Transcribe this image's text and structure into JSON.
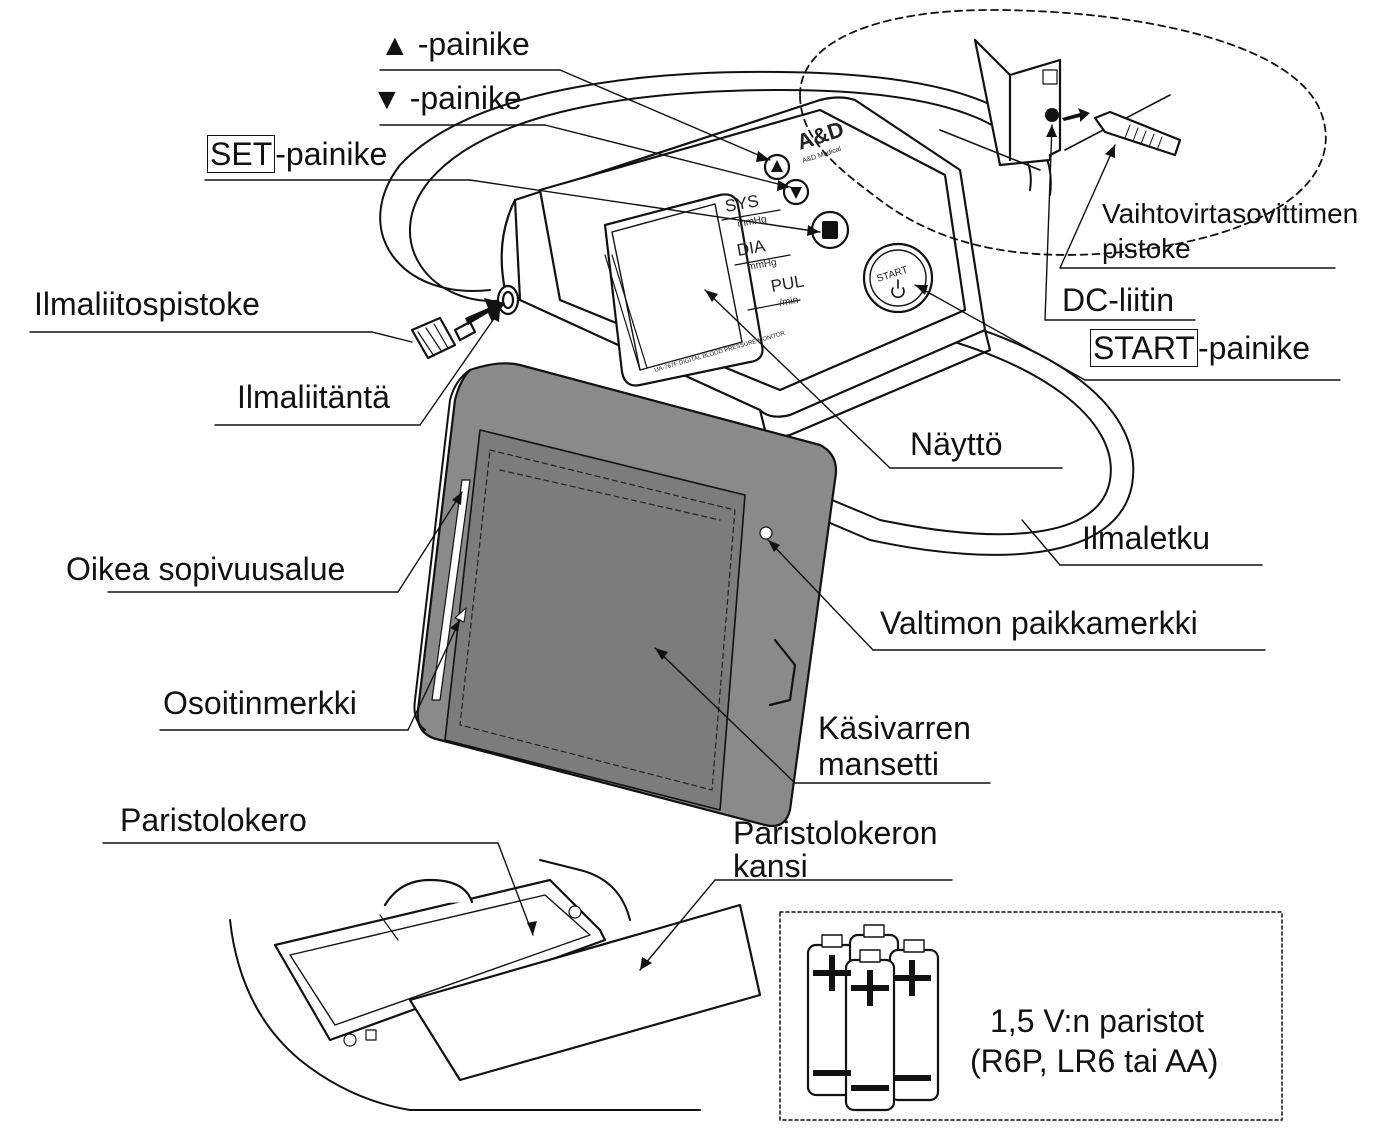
{
  "labels": {
    "up_suffix": "-painike",
    "down_suffix": "-painike",
    "set_key": "SET",
    "set_suffix": "-painike",
    "air_plug": "Ilmaliitospistoke",
    "air_port": "Ilmaliitäntä",
    "correct_range": "Oikea sopivuusalue",
    "index_mark": "Osoitinmerkki",
    "battery_compartment": "Paristolokero",
    "adapter_line1": "Vaihtovirtasovittimen",
    "adapter_line2": "pistoke",
    "dc_jack": "DC-liitin",
    "start_key": "START",
    "start_suffix": "-painike",
    "display": "Näyttö",
    "air_tube": "Ilmaletku",
    "artery_mark": "Valtimon paikkamerkki",
    "cuff_line1": "Käsivarren",
    "cuff_line2": "mansetti",
    "cover_line1": "Paristolokeron",
    "cover_line2": "kansi",
    "batteries_line1": "1,5 V:n paristot",
    "batteries_line2": "(R6P, LR6 tai AA)"
  },
  "device": {
    "brand": "A&D",
    "brand_sub": "A&D Medical",
    "sys": "SYS",
    "sys_unit": "mmHg",
    "dia": "DIA",
    "dia_unit": "mmHg",
    "pul": "PUL",
    "pul_unit": "/min",
    "start_btn": "START",
    "model": "UA-767F DIGITAL BLOOD PRESSURE MONITOR"
  },
  "icons": {
    "up": "triangle-up-icon",
    "down": "triangle-down-icon",
    "plus": "plus-icon",
    "minus": "minus-icon"
  }
}
